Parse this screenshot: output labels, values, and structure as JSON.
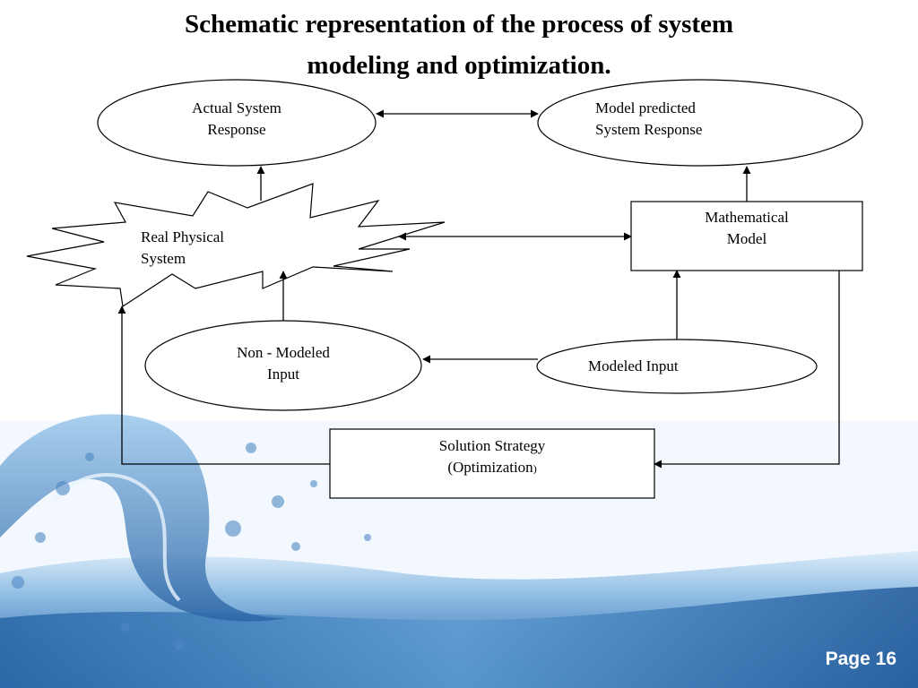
{
  "slide": {
    "title_line1": "Schematic representation of the process of system",
    "title_line2": "modeling and optimization.",
    "page_label": "Page 16"
  },
  "diagram": {
    "actual_response": {
      "line1": "Actual System",
      "line2": "Response"
    },
    "model_predicted": {
      "line1": "Model predicted",
      "line2": "System Response"
    },
    "real_physical": {
      "line1": "Real Physical",
      "line2": "System"
    },
    "mathematical_model": {
      "line1": "Mathematical",
      "line2": "Model"
    },
    "non_modeled_input": {
      "line1": "Non - Modeled",
      "line2": "Input"
    },
    "modeled_input": {
      "line1": "Modeled Input"
    },
    "solution_strategy": {
      "line1": "Solution Strategy",
      "line2": "(Optimization",
      "line2_suffix": ")"
    }
  },
  "colors": {
    "water_dark": "#1f5a9a",
    "water_light": "#9ec8ea",
    "sky": "#ffffff"
  }
}
